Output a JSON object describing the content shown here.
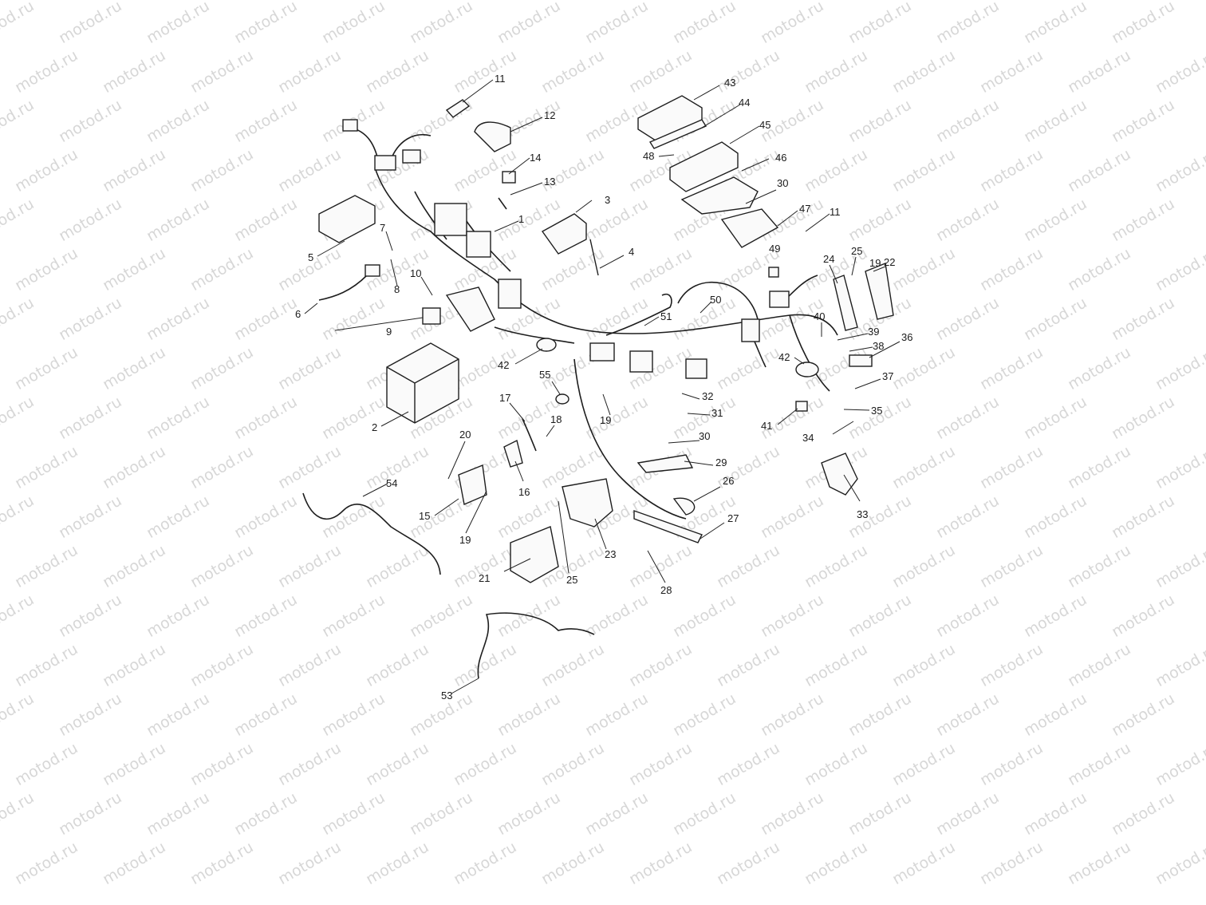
{
  "watermark": {
    "text": "motod.ru",
    "color": "#d7d7d7"
  },
  "diagram": {
    "callouts": [
      "1",
      "2",
      "3",
      "4",
      "5",
      "6",
      "7",
      "8",
      "9",
      "10",
      "11",
      "11",
      "12",
      "13",
      "14",
      "15",
      "16",
      "17",
      "18",
      "19",
      "19",
      "19",
      "20",
      "21",
      "22",
      "23",
      "24",
      "25",
      "25",
      "26",
      "27",
      "28",
      "29",
      "30",
      "30",
      "31",
      "32",
      "33",
      "34",
      "35",
      "36",
      "37",
      "38",
      "39",
      "40",
      "41",
      "42",
      "42",
      "43",
      "44",
      "45",
      "46",
      "47",
      "48",
      "49",
      "50",
      "51",
      "53",
      "54",
      "55"
    ]
  }
}
